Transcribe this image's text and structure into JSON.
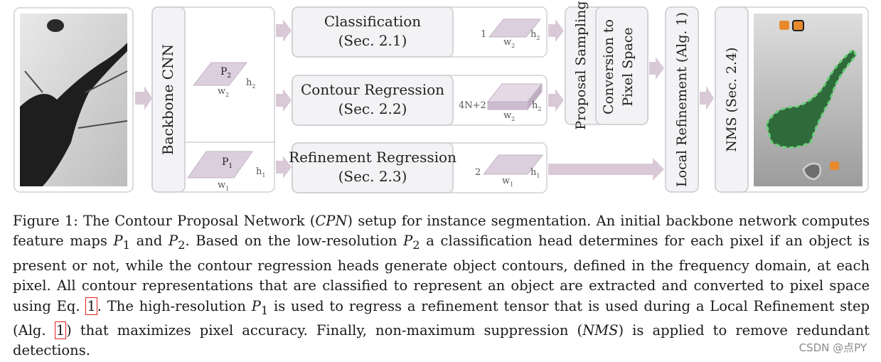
{
  "diagram": {
    "backbone": "Backbone CNN",
    "classification": {
      "title": "Classification",
      "sec": "(Sec. 2.1)"
    },
    "contour": {
      "title": "Contour Regression",
      "sec": "(Sec. 2.2)"
    },
    "refinement": {
      "title": "Refinement Regression",
      "sec": "(Sec. 2.3)"
    },
    "proposal_sampling": "Proposal Sampling",
    "conversion_line1": "Conversion to",
    "conversion_line2": "Pixel Space",
    "local_refinement": "Local Refinement (Alg. 1)",
    "nms": "NMS (Sec. 2.4)",
    "p2": {
      "name": "P",
      "sub": "2",
      "w": "w",
      "wsub": "2",
      "h": "h",
      "hsub": "2"
    },
    "p1": {
      "name": "P",
      "sub": "1",
      "w": "w",
      "wsub": "1",
      "h": "h",
      "hsub": "1"
    },
    "cls_out": {
      "c": "1",
      "w": "w",
      "wsub": "2",
      "h": "h",
      "hsub": "2"
    },
    "contour_out": {
      "c": "4N+2",
      "w": "w",
      "wsub": "2",
      "h": "h",
      "hsub": "2"
    },
    "ref_out": {
      "c": "2",
      "w": "w",
      "wsub": "1",
      "h": "h",
      "hsub": "1"
    },
    "colors": {
      "box_fill": "#f3f3f5",
      "box_stroke": "#c9c9cf",
      "arrow": "#d9c9d6",
      "tensor": "#dccfdd",
      "contour_green": "#2f8b3f",
      "orange": "#e88a2c"
    }
  },
  "caption": {
    "fig": "Figure 1:",
    "t1": " The Contour Proposal Network (",
    "cpn": "CPN",
    "t2": ") setup for instance segmentation. An initial backbone network computes feature maps ",
    "p1": "P",
    "p1sub": "1",
    "t3": " and ",
    "p2": "P",
    "p2sub": "2",
    "t4": ". Based on the low-resolution ",
    "p2b": "P",
    "p2bsub": "2",
    "t5": " a classification head determines for each pixel if an object is present or not, while the contour regression heads generate object contours, defined in the frequency domain, at each pixel. All contour representations that are classified to represent an object are extracted and converted to pixel space using Eq. ",
    "eq": "1",
    "t6": ". The high-resolution ",
    "p1b": "P",
    "p1bsub": "1",
    "t7": " is used to regress a refinement tensor that is used during a Local Refinement step (Alg. ",
    "alg": "1",
    "t8": ") that maximizes pixel accuracy. Finally, non-maximum suppression (",
    "nms": "NMS",
    "t9": ") is applied to remove redundant detections."
  },
  "watermark": "CSDN @点PY"
}
